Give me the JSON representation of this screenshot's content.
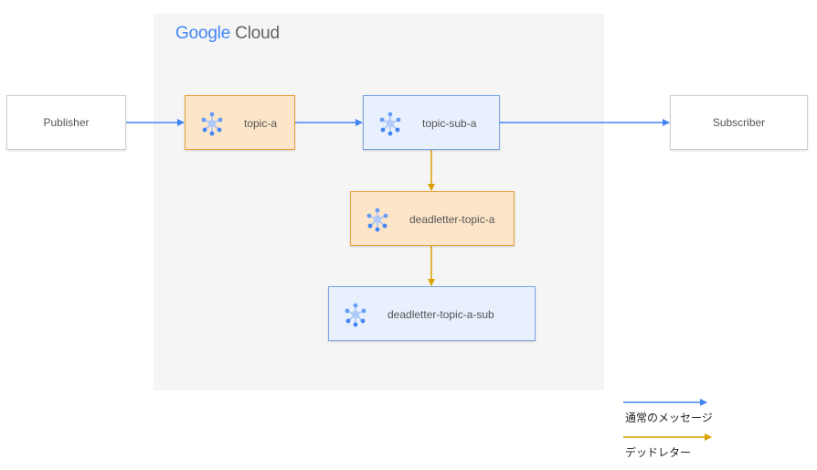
{
  "brand": {
    "logo_word": "Google",
    "logo_suffix": "Cloud"
  },
  "colors": {
    "normal_message": "#4285f4",
    "dead_letter": "#d9a000",
    "topic_fill": "#fde5c9",
    "subscription_fill": "#e8f0fd"
  },
  "nodes": {
    "publisher": "Publisher",
    "topic_a": "topic-a",
    "topic_sub_a": "topic-sub-a",
    "subscriber": "Subscriber",
    "deadletter_topic_a": "deadletter-topic-a",
    "deadletter_topic_a_sub": "deadletter-topic-a-sub"
  },
  "icons": {
    "pubsub": "pubsub-icon"
  },
  "legend": {
    "normal": "通常のメッセージ",
    "deadletter": "デッドレター"
  }
}
